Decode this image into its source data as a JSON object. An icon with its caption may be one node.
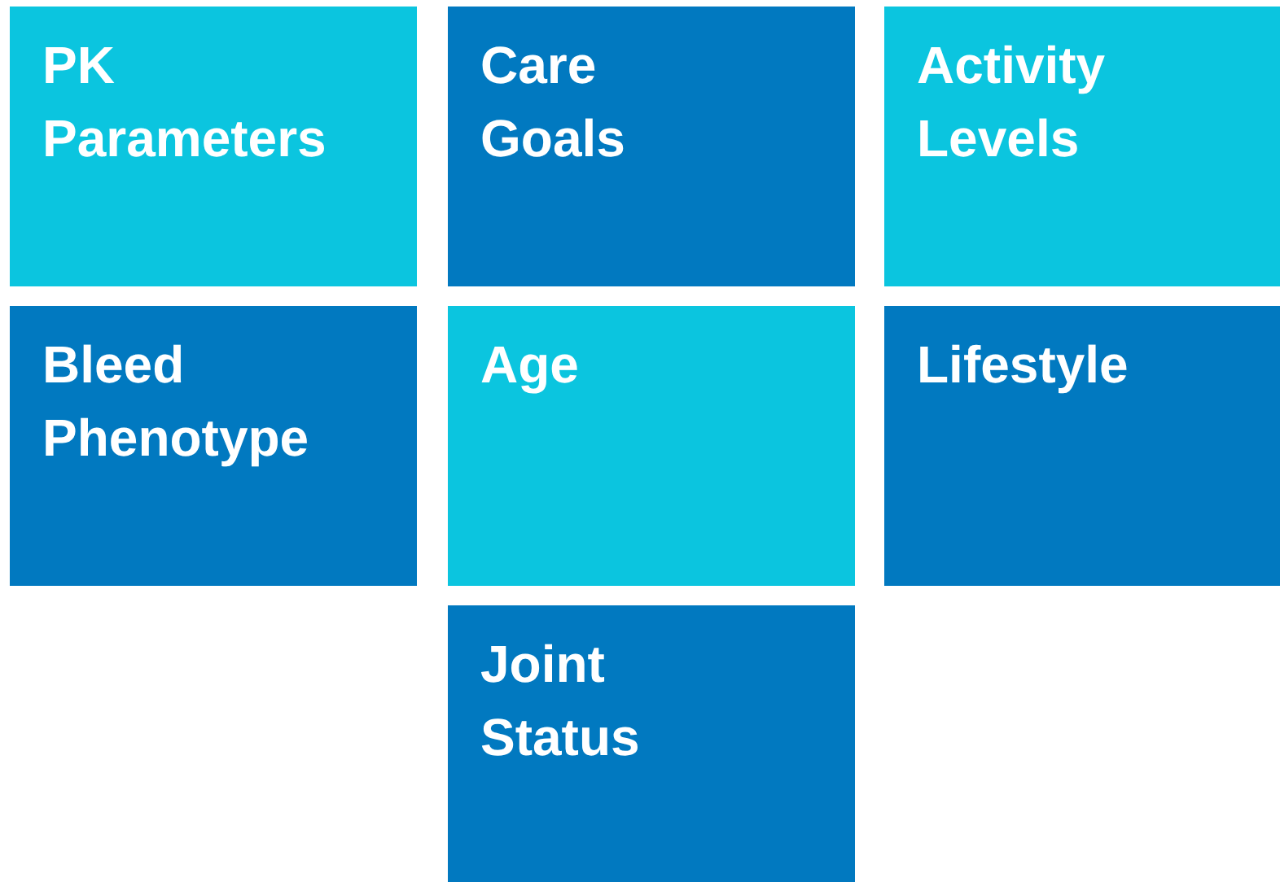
{
  "diagram": {
    "nodes": [
      {
        "text": [
          "PK Parameters"
        ]
      },
      {
        "text": [
          "Care Goals"
        ]
      },
      {
        "text": [
          "Activity Levels"
        ]
      },
      {
        "text": [
          "Bleed Phenotype"
        ]
      },
      {
        "text": [
          "Age"
        ]
      },
      {
        "text": [
          "Lifestyle"
        ]
      },
      {
        "text": [
          "Joint Status"
        ]
      }
    ]
  }
}
